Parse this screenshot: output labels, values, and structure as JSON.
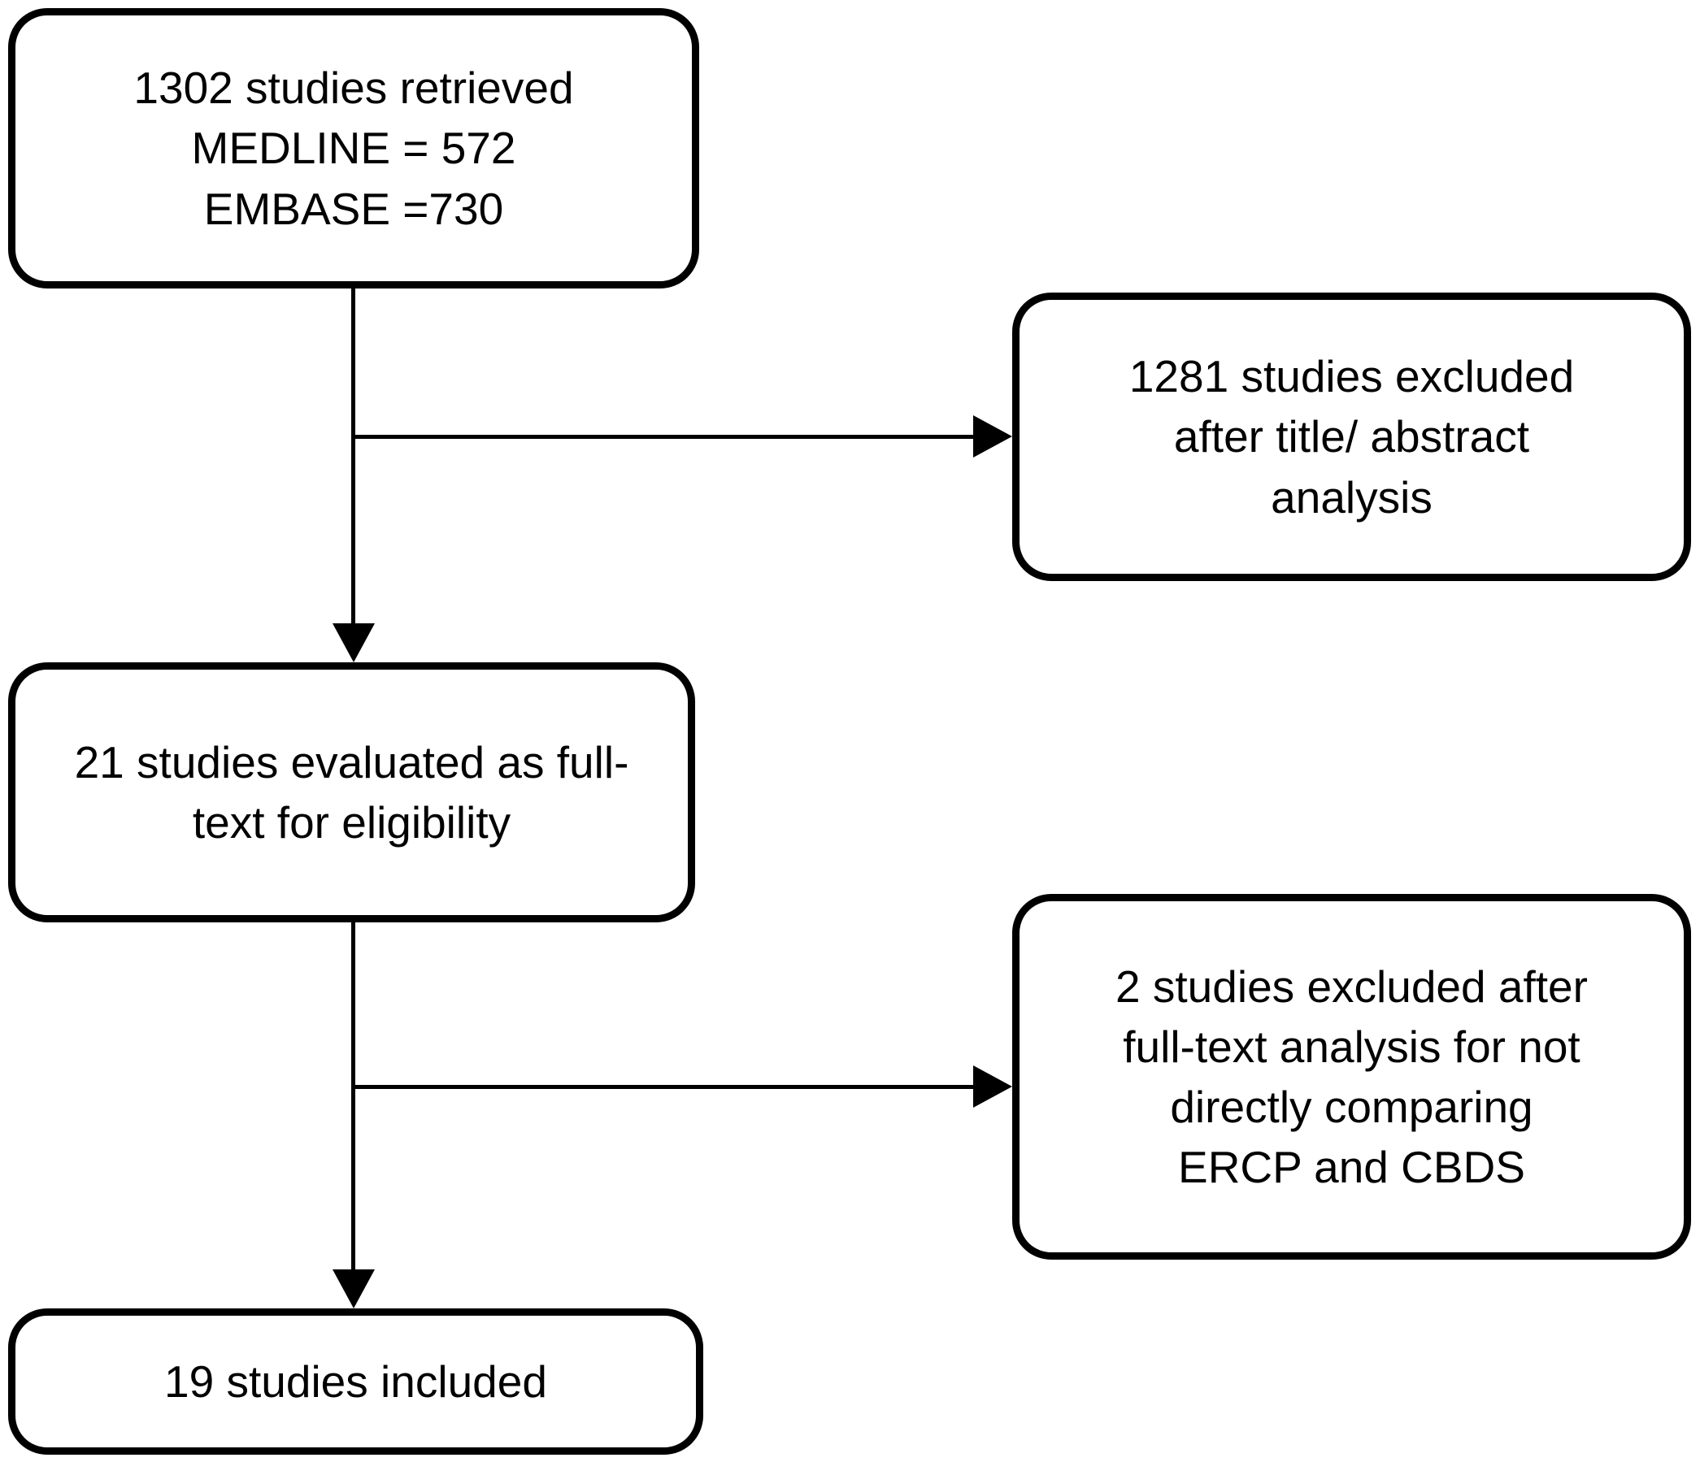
{
  "diagram": {
    "type": "flowchart",
    "background_color": "#ffffff",
    "node_border_color": "#000000",
    "node_fill_color": "#ffffff",
    "connector_color": "#000000",
    "text_color": "#000000",
    "nodes": {
      "retrieved": {
        "id": "retrieved",
        "label": "1302 studies retrieved\nMEDLINE = 572\nEMBASE =730"
      },
      "excluded_title": {
        "id": "excluded_title",
        "label": "1281 studies excluded\nafter title/ abstract\nanalysis"
      },
      "fulltext": {
        "id": "fulltext",
        "label": "21 studies evaluated as full-\ntext for eligibility"
      },
      "excluded_fulltext": {
        "id": "excluded_fulltext",
        "label": "2 studies excluded after\nfull-text analysis for not\ndirectly comparing\nERCP and CBDS"
      },
      "included": {
        "id": "included",
        "label": "19 studies included"
      }
    },
    "edges": [
      {
        "from": "retrieved",
        "to": "excluded_title",
        "direction": "right"
      },
      {
        "from": "retrieved",
        "to": "fulltext",
        "direction": "down"
      },
      {
        "from": "fulltext",
        "to": "excluded_fulltext",
        "direction": "right"
      },
      {
        "from": "fulltext",
        "to": "included",
        "direction": "down"
      }
    ]
  }
}
